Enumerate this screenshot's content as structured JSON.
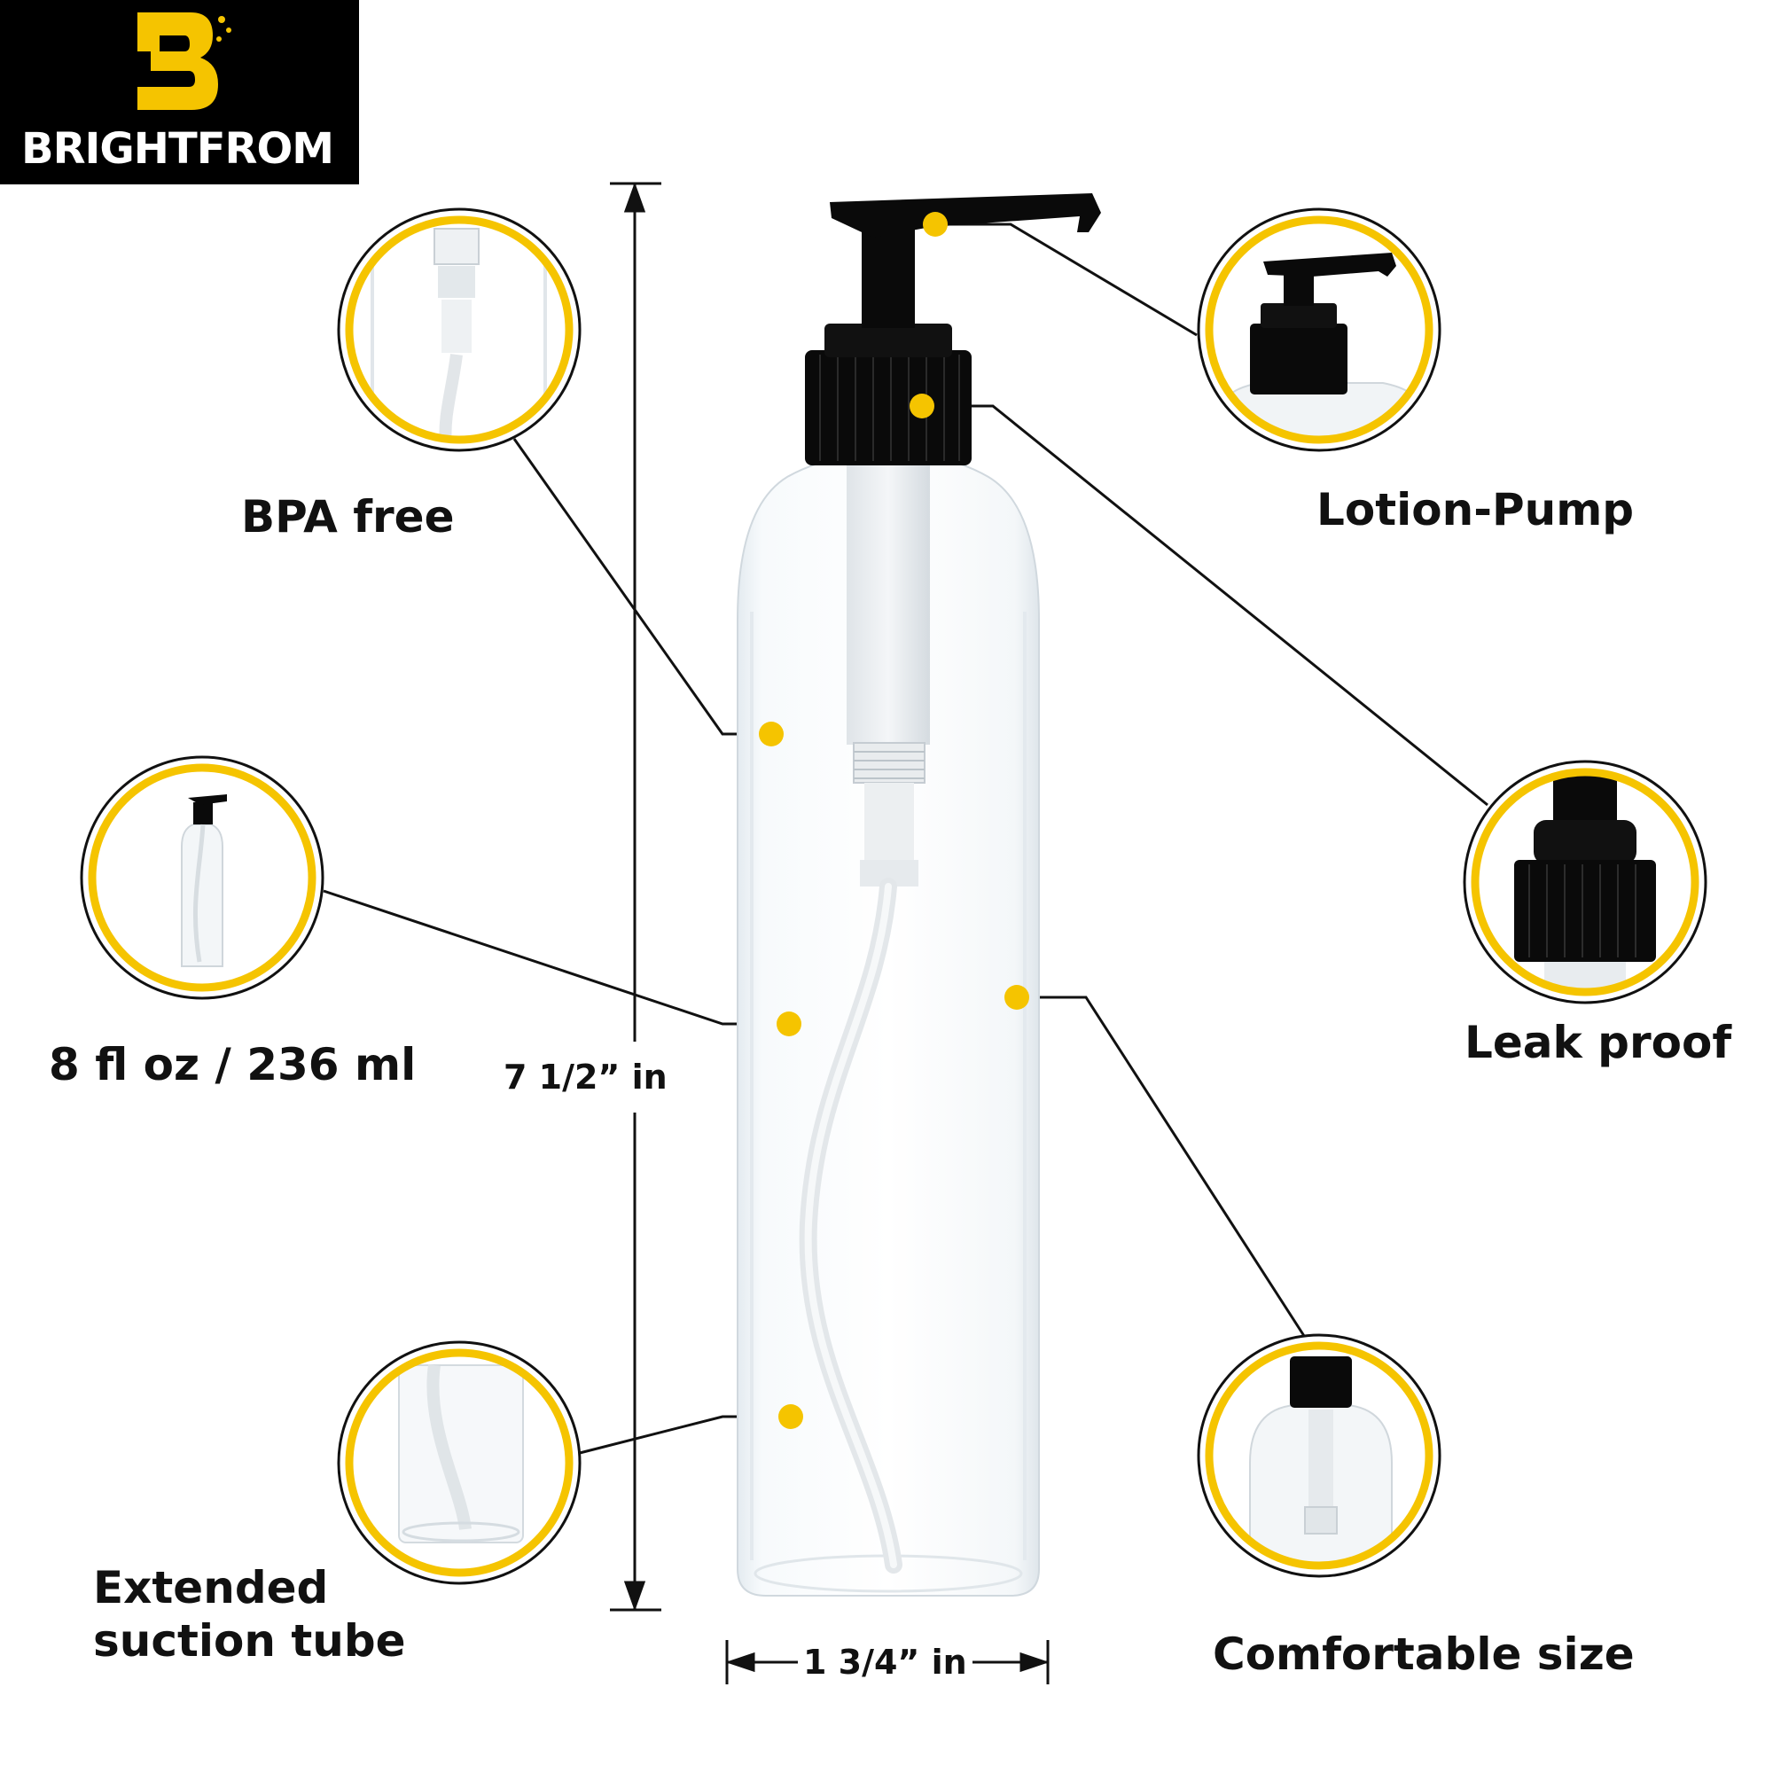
{
  "brand": {
    "name": "BRIGHTFROM",
    "accent_color": "#f5c400"
  },
  "features": {
    "bpa_free": "BPA free",
    "capacity": "8 fl oz / 236 ml",
    "suction_tube": [
      "Extended",
      "suction tube"
    ],
    "lotion_pump": "Lotion-Pump",
    "leak_proof": "Leak proof",
    "comfortable_size": "Comfortable size"
  },
  "dimensions": {
    "height": "7 1/2” in",
    "width": "1 3/4” in"
  },
  "colors": {
    "accent": "#f5c400",
    "pump": "#0a0a0a",
    "line": "#111111"
  }
}
